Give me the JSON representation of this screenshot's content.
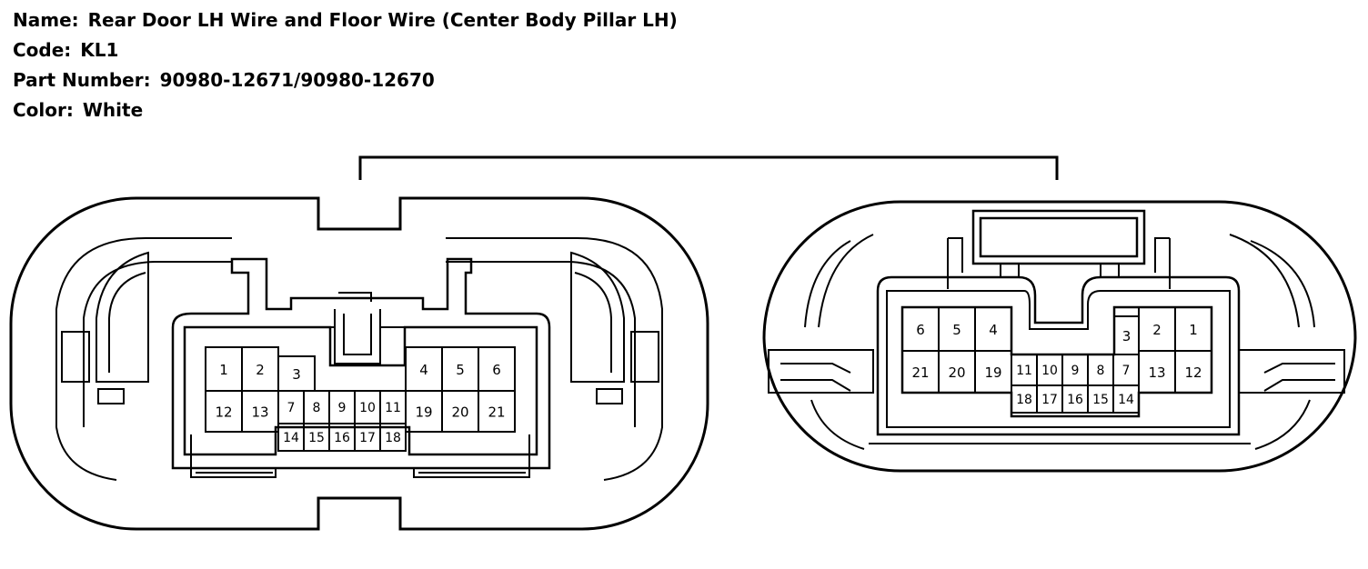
{
  "header": {
    "name_label": "Name:",
    "name_value": "Rear Door LH Wire and Floor Wire (Center Body Pillar LH)",
    "code_label": "Code:",
    "code_value": "KL1",
    "part_label": "Part Number:",
    "part_value": "90980-12671/90980-12670",
    "color_label": "Color:",
    "color_value": "White"
  },
  "connectors": {
    "left": {
      "pins_top": [
        "1",
        "2",
        "3",
        "4",
        "5",
        "6"
      ],
      "pins_mid": [
        "12",
        "13",
        "7",
        "8",
        "9",
        "10",
        "11",
        "19",
        "20",
        "21"
      ],
      "pins_bottom": [
        "14",
        "15",
        "16",
        "17",
        "18"
      ]
    },
    "right": {
      "pins_top": [
        "6",
        "5",
        "4",
        "3",
        "2",
        "1"
      ],
      "pins_mid": [
        "21",
        "20",
        "19",
        "11",
        "10",
        "9",
        "8",
        "7",
        "13",
        "12"
      ],
      "pins_bottom": [
        "18",
        "17",
        "16",
        "15",
        "14"
      ]
    }
  }
}
